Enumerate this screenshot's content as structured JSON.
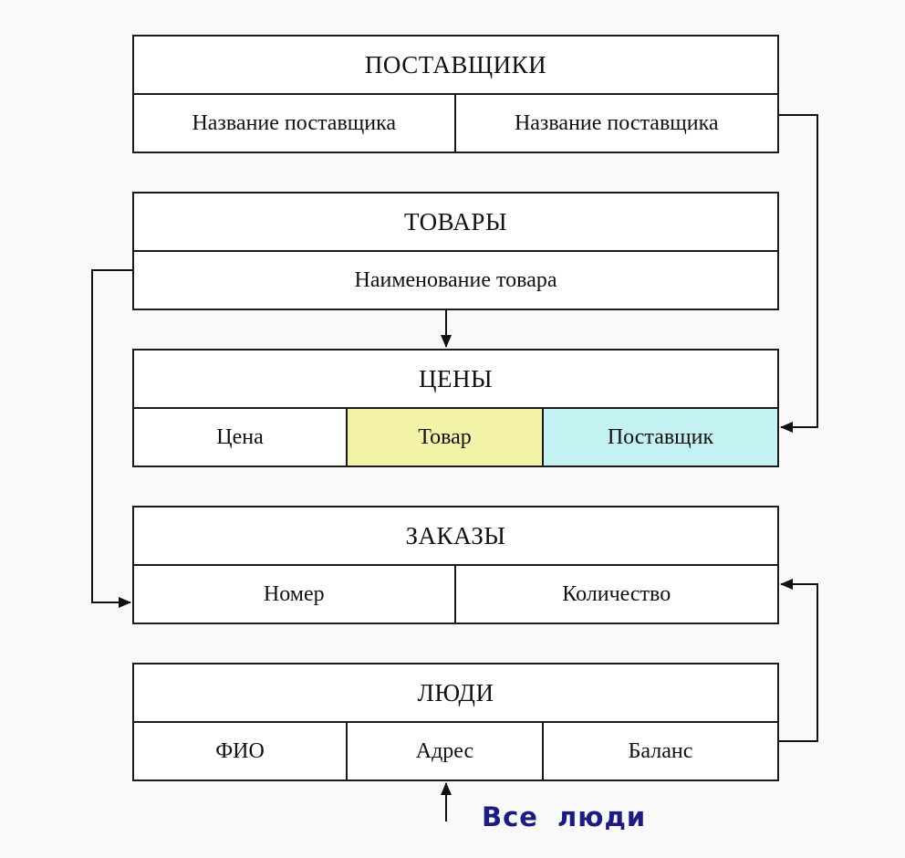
{
  "tables": {
    "suppliers": {
      "title": "ПОСТАВЩИКИ",
      "fields": [
        "Название поставщика",
        "Название поставщика"
      ]
    },
    "goods": {
      "title": "ТОВАРЫ",
      "fields": [
        "Наименование товара"
      ]
    },
    "prices": {
      "title": "ЦЕНЫ",
      "fields": [
        "Цена",
        "Товар",
        "Поставщик"
      ]
    },
    "orders": {
      "title": "ЗАКАЗЫ",
      "fields": [
        "Номер",
        "Количество"
      ]
    },
    "people": {
      "title": "ЛЮДИ",
      "fields": [
        "ФИО",
        "Адрес",
        "Баланс"
      ]
    }
  },
  "caption": "Все люди",
  "colors": {
    "goods_field": "#f3f3a8",
    "supplier_field": "#c4f1f1",
    "caption": "#1c1c80"
  }
}
